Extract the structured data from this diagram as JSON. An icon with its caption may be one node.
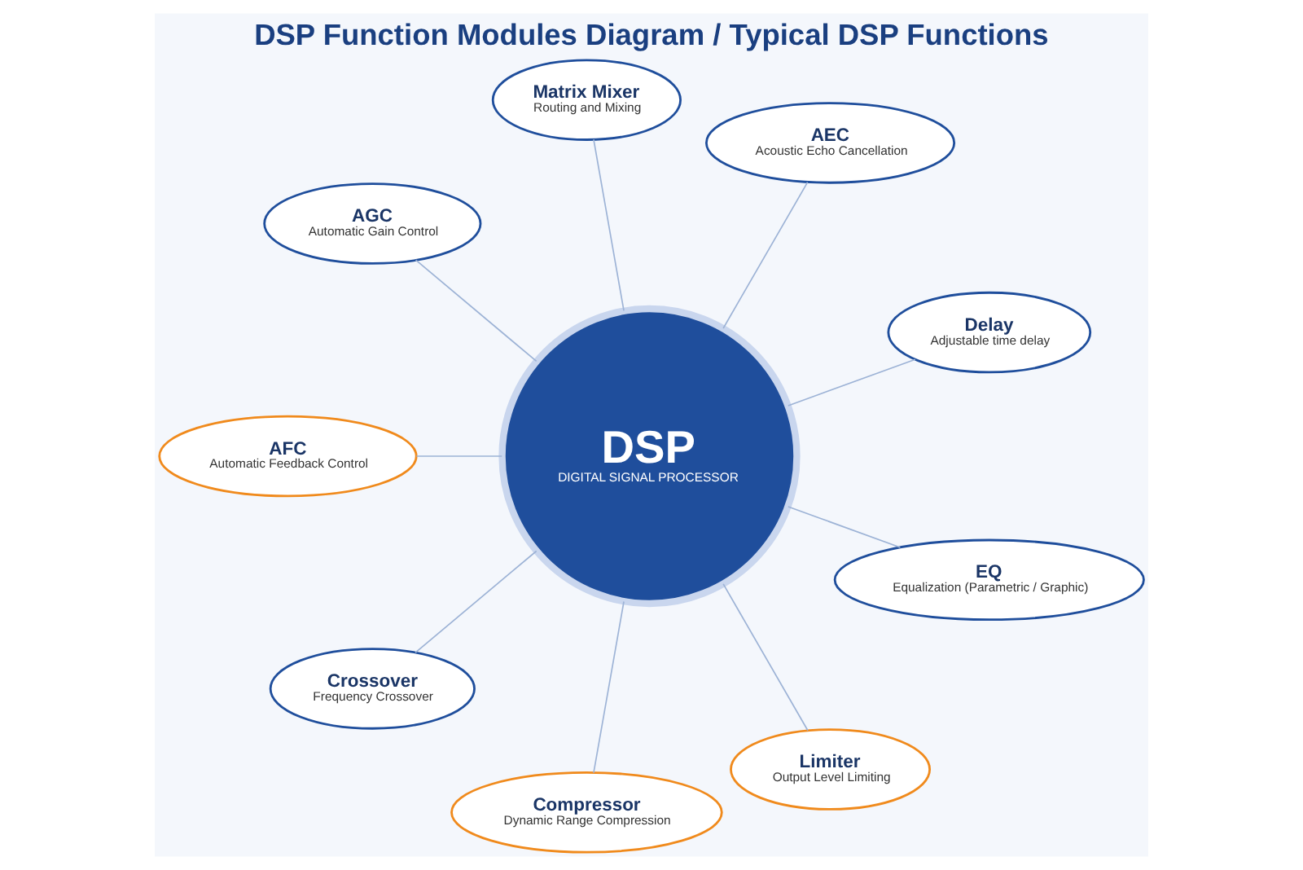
{
  "diagram": {
    "title": "DSP Function Modules Diagram / Typical DSP Functions",
    "nodes": [
      {
        "text": [
          "DSP",
          "DIGITAL SIGNAL PROCESSOR"
        ]
      },
      {
        "text": [
          "Delay",
          "Adjustable time delay"
        ]
      },
      {
        "text": [
          "AEC",
          "Acoustic Echo Cancellation"
        ]
      },
      {
        "text": [
          "Matrix Mixer",
          "Routing and Mixing"
        ]
      },
      {
        "text": [
          "AGC",
          "Automatic Gain Control"
        ]
      },
      {
        "text": [
          "AFC",
          "Automatic Feedback Control"
        ]
      },
      {
        "text": [
          "Crossover",
          "Frequency Crossover"
        ]
      },
      {
        "text": [
          "Compressor",
          "Dynamic Range Compression"
        ]
      },
      {
        "text": [
          "Limiter",
          "Output Level Limiting"
        ]
      },
      {
        "text": [
          "EQ",
          "Equalization (Parametric / Graphic)"
        ]
      }
    ],
    "edges": [
      {
        "from": 0,
        "to": 1,
        "arrow": "none"
      },
      {
        "from": 0,
        "to": 2,
        "arrow": "none"
      },
      {
        "from": 0,
        "to": 3,
        "arrow": "none"
      },
      {
        "from": 0,
        "to": 4,
        "arrow": "none"
      },
      {
        "from": 0,
        "to": 5,
        "arrow": "none"
      },
      {
        "from": 0,
        "to": 6,
        "arrow": "none"
      },
      {
        "from": 0,
        "to": 7,
        "arrow": "none"
      },
      {
        "from": 0,
        "to": 8,
        "arrow": "none"
      },
      {
        "from": 0,
        "to": 9,
        "arrow": "none"
      }
    ]
  }
}
